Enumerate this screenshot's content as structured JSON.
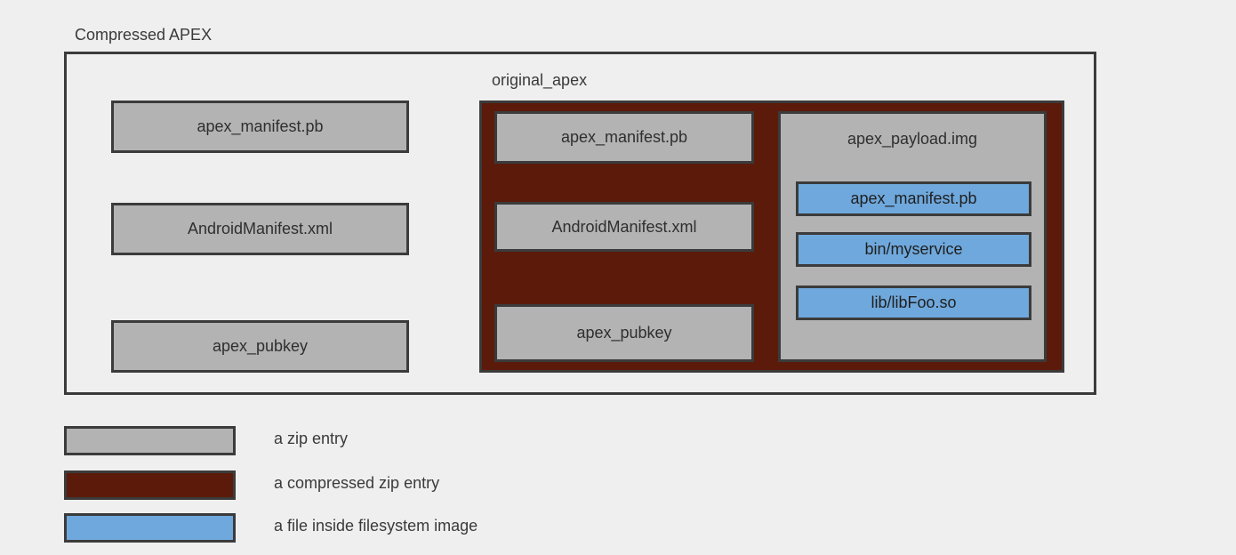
{
  "diagram": {
    "title": "Compressed APEX",
    "outer": {
      "label": "Compressed APEX",
      "entries": [
        {
          "name": "apex_manifest.pb",
          "kind": "zip-entry"
        },
        {
          "name": "AndroidManifest.xml",
          "kind": "zip-entry"
        },
        {
          "name": "apex_pubkey",
          "kind": "zip-entry"
        }
      ]
    },
    "compressed": {
      "label": "original_apex",
      "entries": [
        {
          "name": "apex_manifest.pb",
          "kind": "zip-entry"
        },
        {
          "name": "AndroidManifest.xml",
          "kind": "zip-entry"
        },
        {
          "name": "apex_pubkey",
          "kind": "zip-entry"
        }
      ],
      "payload": {
        "name": "apex_payload.img",
        "files": [
          {
            "name": "apex_manifest.pb",
            "kind": "fs-file"
          },
          {
            "name": "bin/myservice",
            "kind": "fs-file"
          },
          {
            "name": "lib/libFoo.so",
            "kind": "fs-file"
          }
        ]
      }
    }
  },
  "legend": {
    "items": [
      {
        "label": "a zip entry",
        "swatch": "gray",
        "color": "#b3b3b3"
      },
      {
        "label": "a compressed zip entry",
        "swatch": "red",
        "color": "#5c1a0a"
      },
      {
        "label": "a file inside filesystem image",
        "swatch": "blue",
        "color": "#6fa8dc"
      }
    ]
  },
  "colors": {
    "background": "#efefef",
    "stroke": "#3b3b3b",
    "zip_entry": "#b3b3b3",
    "compressed_zip_entry": "#5c1a0a",
    "filesystem_file": "#6fa8dc"
  }
}
